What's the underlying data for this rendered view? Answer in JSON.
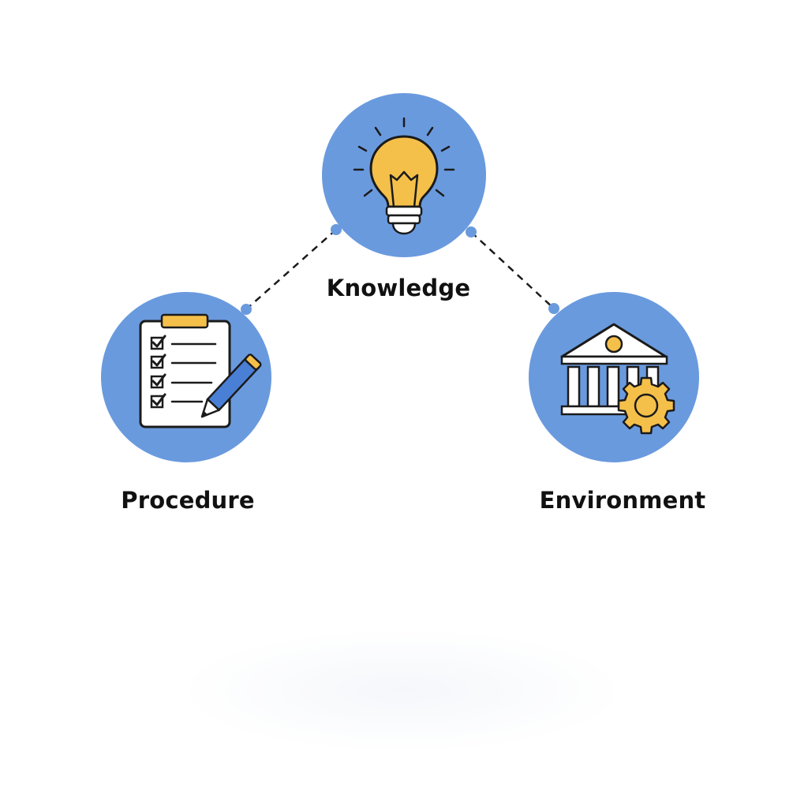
{
  "nodes": [
    {
      "id": "knowledge",
      "label": "Knowledge",
      "icon": "lightbulb-icon"
    },
    {
      "id": "procedure",
      "label": "Procedure",
      "icon": "checklist-pencil-icon"
    },
    {
      "id": "environment",
      "label": "Environment",
      "icon": "building-gear-icon"
    }
  ],
  "edges": [
    {
      "from": "knowledge",
      "to": "procedure",
      "style": "dashed"
    },
    {
      "from": "knowledge",
      "to": "environment",
      "style": "dashed"
    }
  ],
  "colors": {
    "node_fill": "#6a9ade",
    "icon_yellow": "#f5c04a",
    "icon_outline": "#1b1b1b",
    "pencil_blue": "#4a7fd6",
    "edge": "#1b1b1b",
    "text": "#111111"
  }
}
